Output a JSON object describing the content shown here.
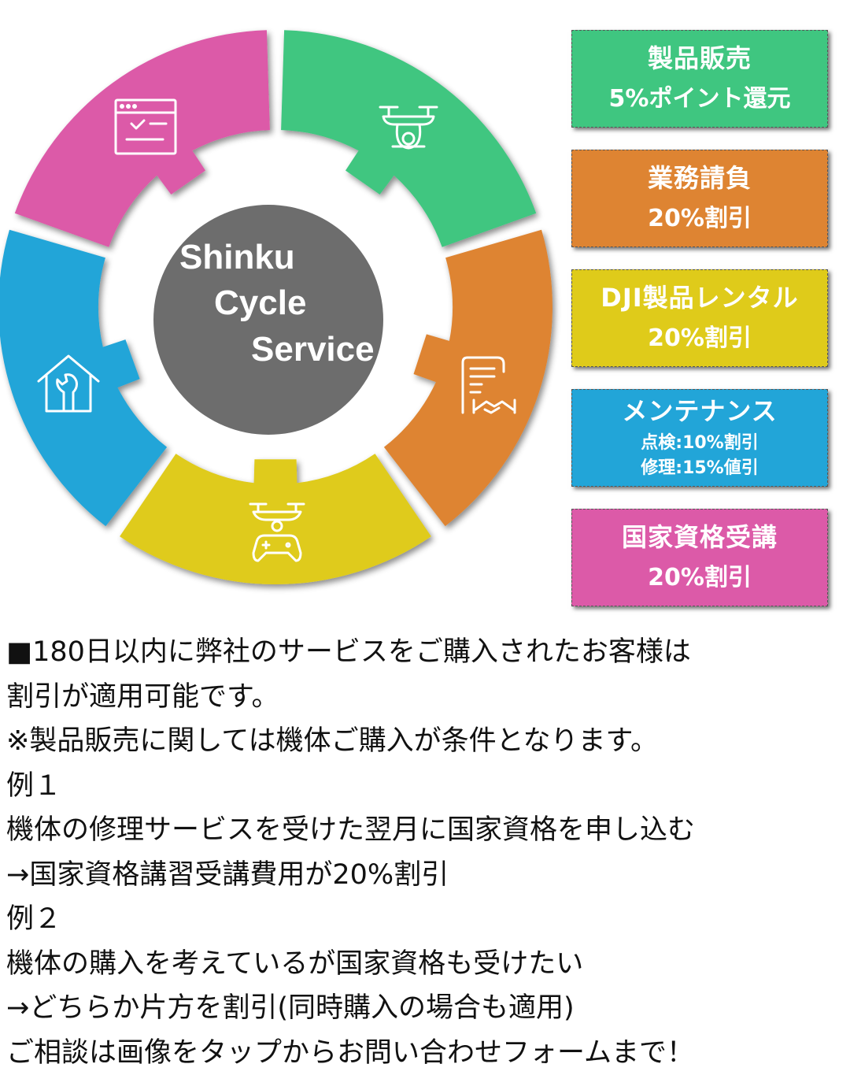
{
  "center": {
    "line1": "Shinku",
    "line2": "Cycle",
    "line3": "Service"
  },
  "segments": [
    {
      "icon": "drone-camera-icon",
      "color": "#3fc680"
    },
    {
      "icon": "contract-handshake-icon",
      "color": "#de8432"
    },
    {
      "icon": "drone-controller-icon",
      "color": "#dfcb1a"
    },
    {
      "icon": "house-wrench-icon",
      "color": "#22a5d8"
    },
    {
      "icon": "browser-checklist-icon",
      "color": "#dc5aa8"
    }
  ],
  "badges": [
    {
      "title": "製品販売",
      "detail": "5%ポイント還元",
      "color": "#3fc680"
    },
    {
      "title": "業務請負",
      "detail": "20%割引",
      "color": "#de8432"
    },
    {
      "title": "DJI製品レンタル",
      "detail": "20%割引",
      "color": "#dfcb1a"
    },
    {
      "title": "メンテナンス",
      "detail_a": "点検:10%割引",
      "detail_b": "修理:15%値引",
      "color": "#22a5d8"
    },
    {
      "title": "国家資格受講",
      "detail": "20%割引",
      "color": "#dc5aa8"
    }
  ],
  "text_lines": [
    "■180日以内に弊社のサービスをご購入されたお客様は",
    "割引が適用可能です。",
    "※製品販売に関しては機体ご購入が条件となります。",
    "例１",
    "機体の修理サービスを受けた翌月に国家資格を申し込む",
    "→国家資格講習受講費用が20%割引",
    "例２",
    "機体の購入を考えているが国家資格も受けたい",
    "→どちらか片方を割引(同時購入の場合も適用)",
    "ご相談は画像をタップからお問い合わせフォームまで！"
  ]
}
